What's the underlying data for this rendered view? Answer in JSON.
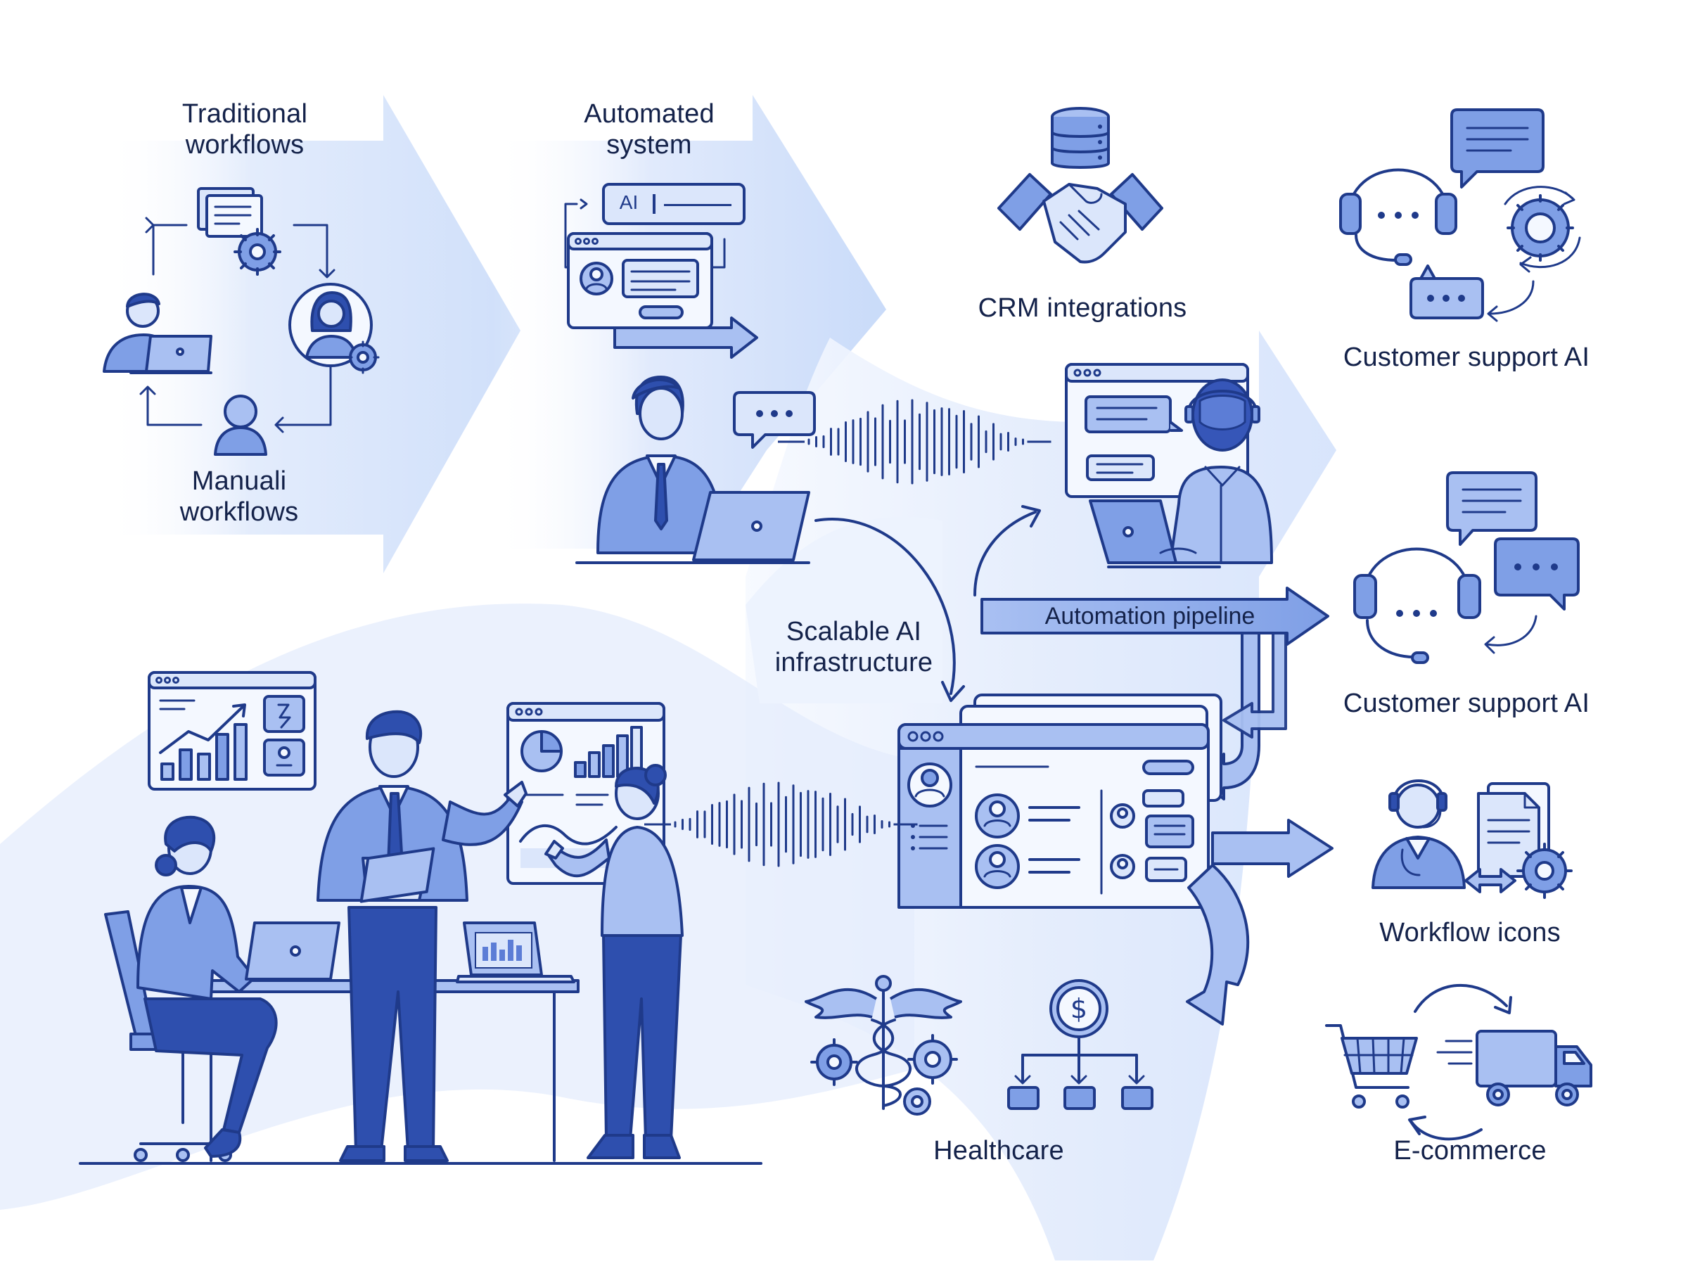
{
  "labels": {
    "traditional": "Traditional\nworkflows",
    "automated": "Automated\nsystem",
    "manual": "Manuali\nworkflows",
    "crm": "CRM integrations",
    "support1": "Customer support AI",
    "support2": "Customer support AI",
    "scalable": "Scalable AI\ninfrastructure",
    "pipeline": "Automation pipeline",
    "workflow_icons": "Workflow icons",
    "healthcare": "Healthcare",
    "ecommerce": "E-commerce"
  },
  "screen_text": {
    "ai_box": "AI",
    "dollar": "$"
  },
  "colors": {
    "ink": "#1f3a8a",
    "fill_mid": "#7f9fe6",
    "fill_light": "#a9c0f2",
    "fill_pale": "#dbe6fb",
    "label_text": "#14224a"
  }
}
